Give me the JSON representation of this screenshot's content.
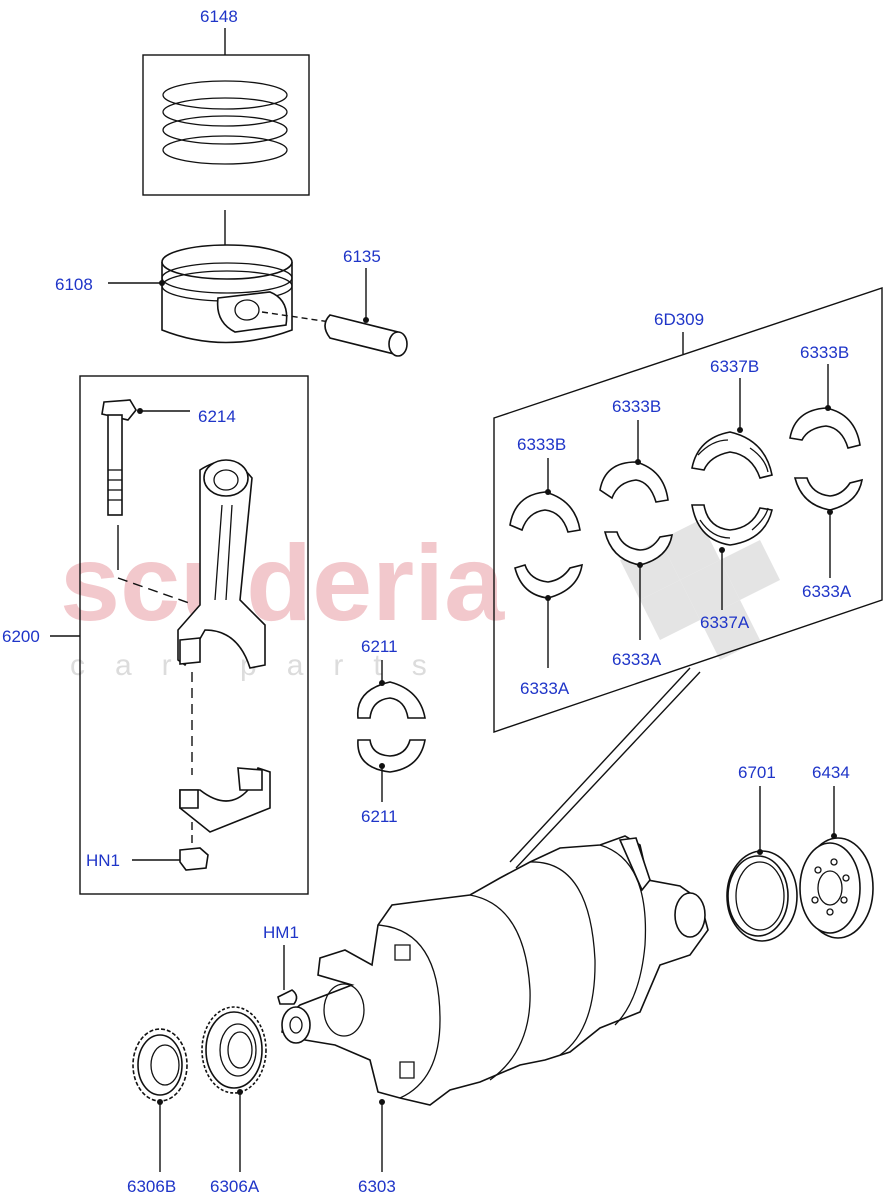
{
  "watermark": {
    "main": "scuderia",
    "sub": "car parts"
  },
  "labels": {
    "l6148": "6148",
    "l6108": "6108",
    "l6135": "6135",
    "l6D309": "6D309",
    "l6214": "6214",
    "l6200": "6200",
    "lHN1": "HN1",
    "l6211_top": "6211",
    "l6211_bottom": "6211",
    "l6333B_1": "6333B",
    "l6333B_2": "6333B",
    "l6337B": "6337B",
    "l6333B_3": "6333B",
    "l6333A_1": "6333A",
    "l6333A_2": "6333A",
    "l6337A": "6337A",
    "l6333A_3": "6333A",
    "l6701": "6701",
    "l6434": "6434",
    "lHM1": "HM1",
    "l6306B": "6306B",
    "l6306A": "6306A",
    "l6303": "6303"
  },
  "colors": {
    "label": "#1f35c8",
    "watermark_main": "#f2c8cc",
    "watermark_sub": "#dcdcdc"
  }
}
